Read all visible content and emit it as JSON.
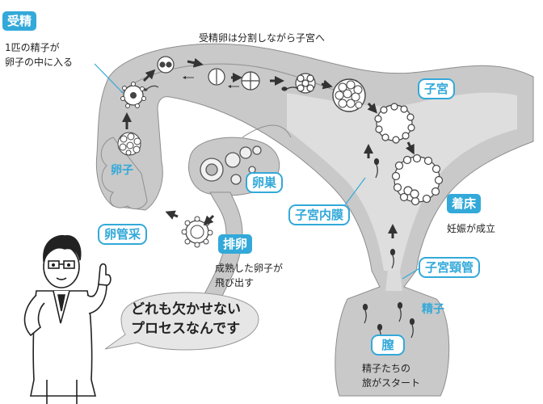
{
  "title": "受精卵は分割しながら子宮へ",
  "labels": {
    "fertilization": "受精",
    "fertilization_desc": [
      "1匹の精子が",
      "卵子の中に入る"
    ],
    "egg": "卵子",
    "ovary": "卵巣",
    "fimbria": "卵管采",
    "ovulation": "排卵",
    "ovulation_desc": [
      "成熟した卵子が",
      "飛び出す"
    ],
    "uterus": "子宮",
    "endometrium": "子宮内膜",
    "implantation": "着床",
    "implantation_desc": "妊娠が成立",
    "cervix": "子宮頸管",
    "sperm": "精子",
    "vagina": "膣",
    "vagina_desc": [
      "精子たちの",
      "旅がスタート"
    ]
  },
  "bubble": [
    "どれも欠かせない",
    "プロセスなんです"
  ],
  "colors": {
    "accent": "#33a9d9",
    "organ": "#c9c9c9",
    "organ_dark": "#b3b3b3",
    "text": "#222222"
  }
}
